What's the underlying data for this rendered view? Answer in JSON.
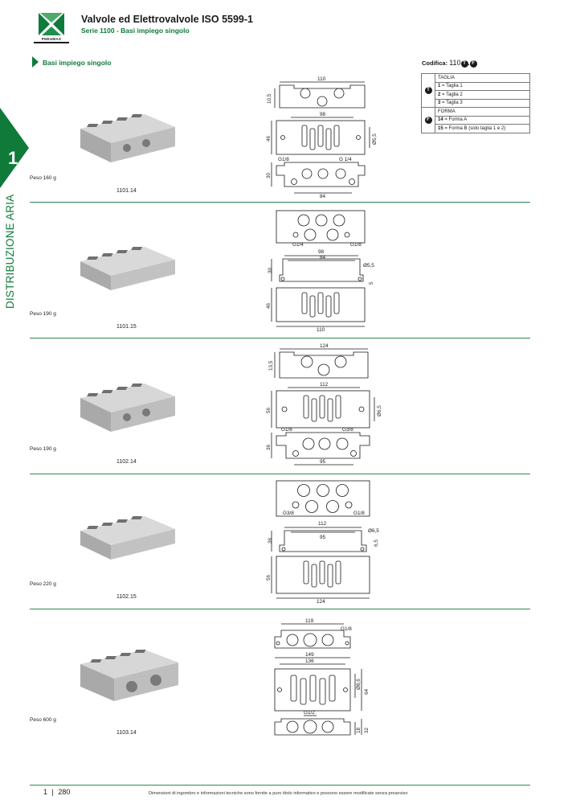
{
  "header": {
    "brand": "PNEUMAX",
    "title": "Valvole ed Elettrovalvole ISO 5599-1",
    "subtitle": "Serie 1100 - Basi impiego singolo"
  },
  "side_tab": {
    "number": "1",
    "label": "DISTRIBUZIONE ARIA"
  },
  "section": {
    "title": "Basi impiego singolo"
  },
  "codifica": {
    "label": "Codifica:",
    "code": "110",
    "marker_t": "T",
    "marker_f": "F",
    "rows": [
      {
        "text": "TAGLIA"
      },
      {
        "key": "1",
        "text": " = Taglia 1"
      },
      {
        "key": "2",
        "text": " = Taglia 2"
      },
      {
        "key": "3",
        "text": " = Taglia 3"
      },
      {
        "text": "FORMA"
      },
      {
        "key": "14",
        "text": " = Forma A"
      },
      {
        "key": "15",
        "text": " = Forma B (solo taglia 1 e 2)"
      }
    ]
  },
  "products": [
    {
      "peso": "Peso 160 g",
      "code": "1101.14",
      "dims": {
        "top_w": "110",
        "top_h": "10,5",
        "mid_w": "98",
        "mid_h": "46",
        "hole": "Ø5,5",
        "bot_w": "84",
        "bot_h": "30",
        "port_l": "G1/8",
        "port_r": "G 1/4"
      }
    },
    {
      "peso": "Peso 190 g",
      "code": "1101.15",
      "dims": {
        "port_l": "G1/4",
        "port_r": "G1/8",
        "w1": "98",
        "w2": "84",
        "hole": "Ø5,5",
        "h_side": "30",
        "h_small": "5",
        "mid_h": "46",
        "bot_w": "110"
      }
    },
    {
      "peso": "Peso 190 g",
      "code": "1102.14",
      "dims": {
        "top_w": "124",
        "top_h": "13,5",
        "mid_w": "112",
        "mid_h": "56",
        "hole": "Ø6,5",
        "bot_w": "95",
        "bot_h": "36",
        "port_l": "G1/8",
        "port_r": "G3/8"
      }
    },
    {
      "peso": "Peso 220 g",
      "code": "1102.15",
      "dims": {
        "port_l": "G3/8",
        "port_r": "G1/8",
        "w1": "112",
        "w2": "95",
        "hole": "Ø6,5",
        "h_side": "36",
        "h_small": "6,5",
        "mid_h": "56",
        "bot_w": "124"
      }
    },
    {
      "peso": "Peso 600 g",
      "code": "1103.14",
      "dims": {
        "top_w": "119",
        "port_top": "G1/8",
        "mid_w1": "149",
        "mid_w2": "136",
        "hole": "Ø8,6",
        "mid_h": "64",
        "port_bot": "G1/2",
        "bot_h1": "18",
        "bot_h2": "32"
      }
    }
  ],
  "footer": {
    "page_section": "1",
    "page_number": "280",
    "disclaimer": "Dimensioni di ingombro e informazioni tecniche sono fornite a puro titolo informativo e possono essere modificate senza preavviso"
  }
}
